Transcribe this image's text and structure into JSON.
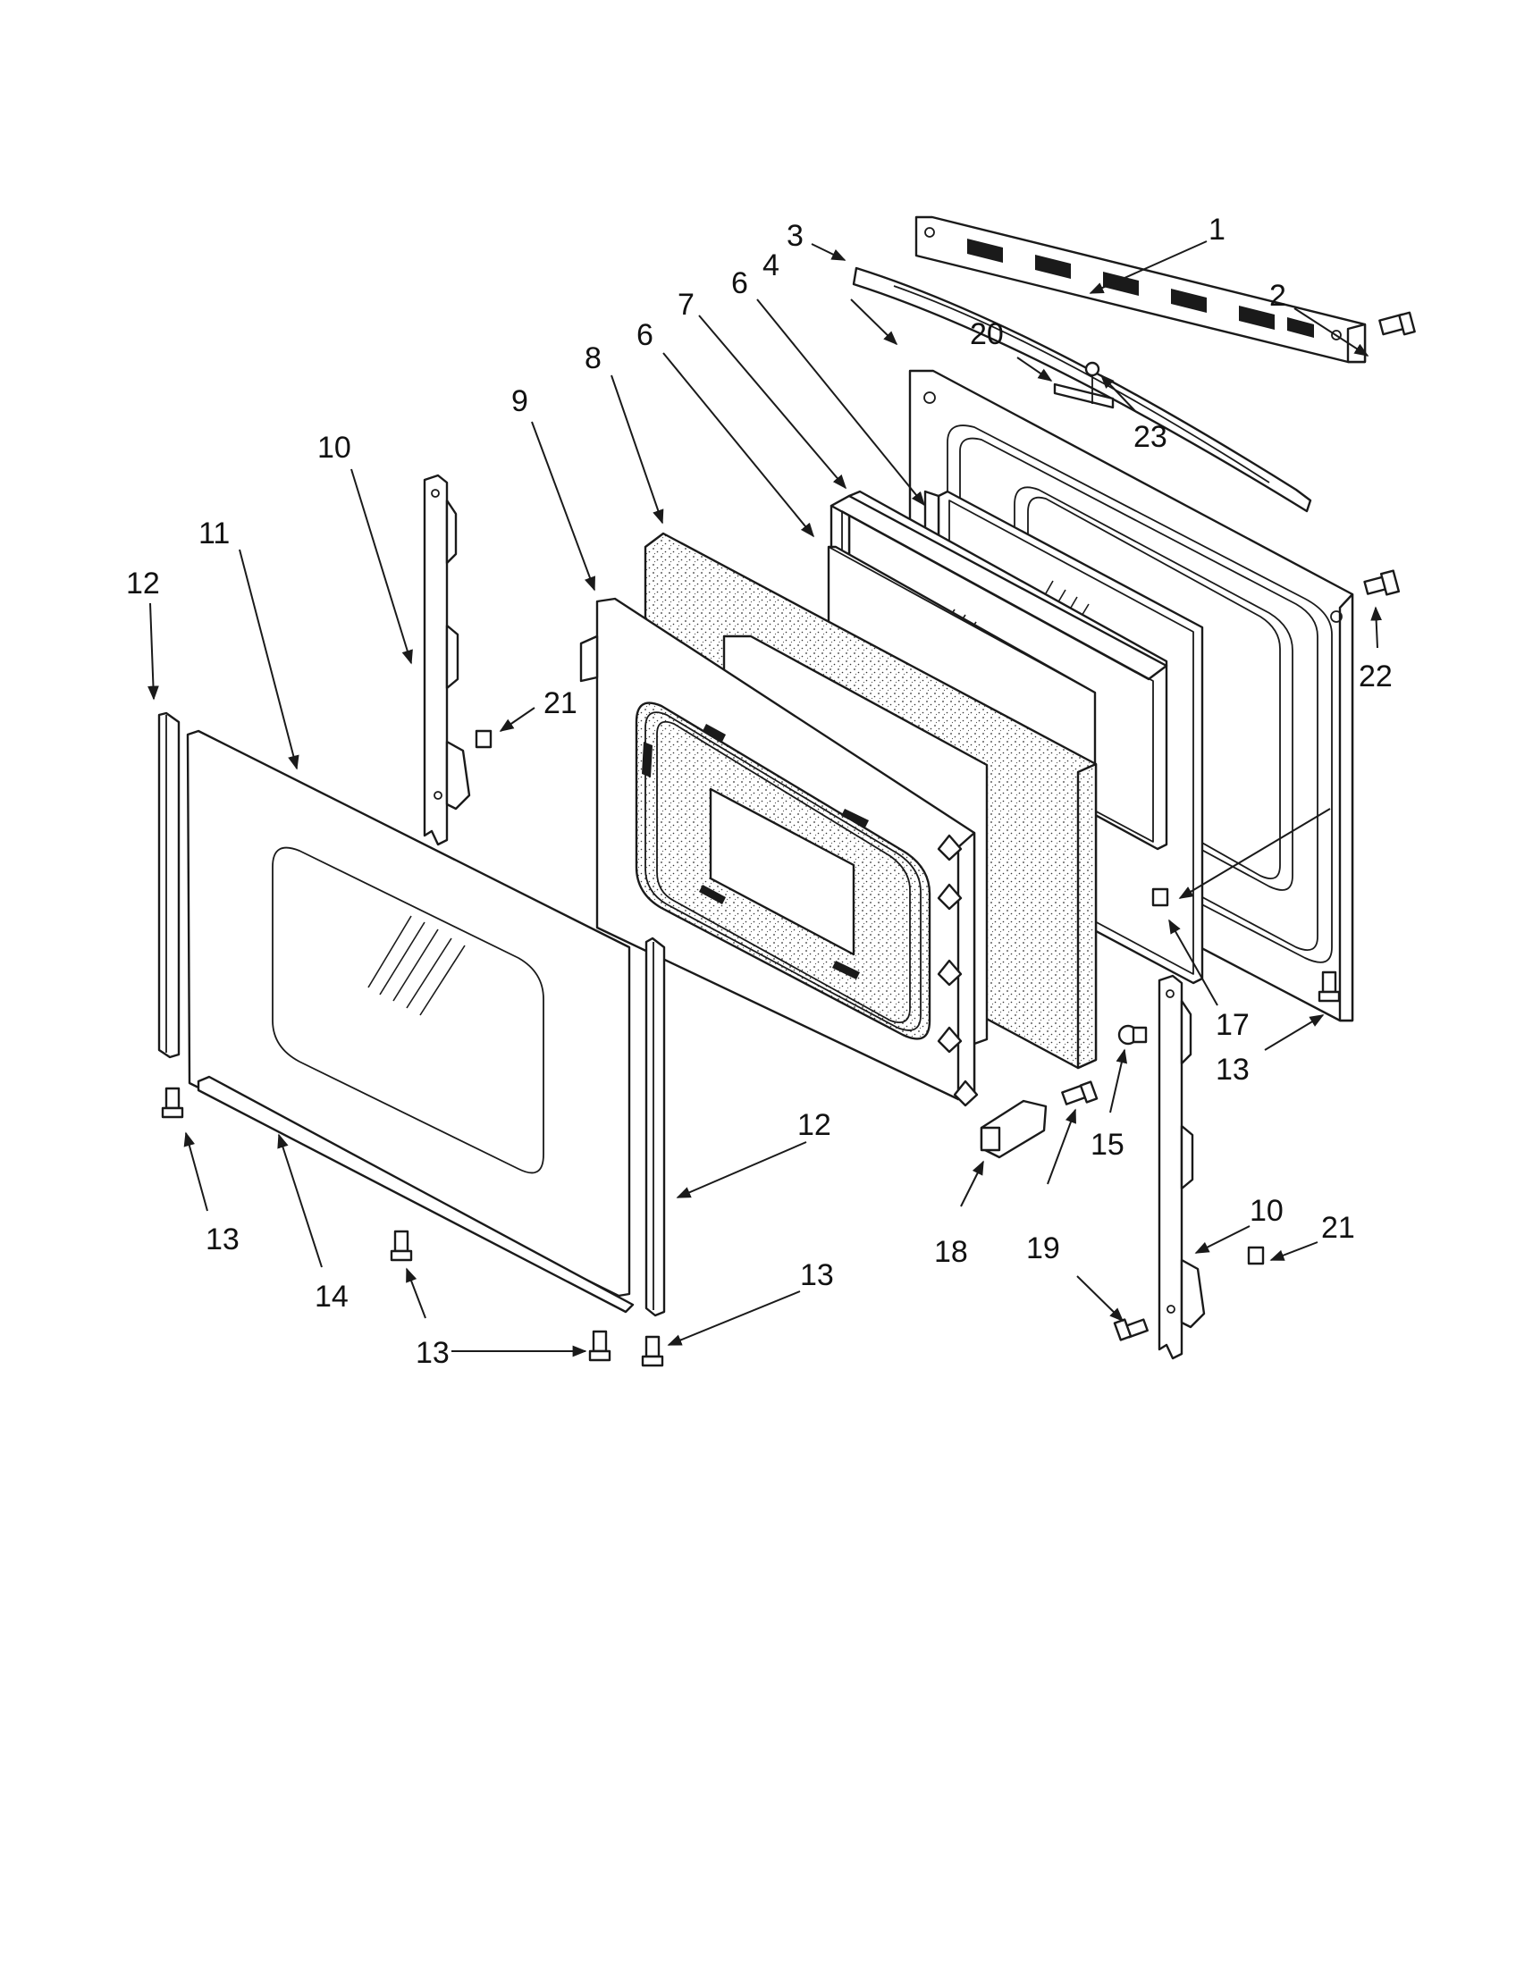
{
  "callouts": {
    "c1": "1",
    "c2": "2",
    "c3": "3",
    "c4": "4",
    "c6a": "6",
    "c6b": "6",
    "c7": "7",
    "c8": "8",
    "c9": "9",
    "c10a": "10",
    "c10b": "10",
    "c11": "11",
    "c12a": "12",
    "c12b": "12",
    "c13a": "13",
    "c13b": "13",
    "c13c": "13",
    "c13d": "13",
    "c14": "14",
    "c15": "15",
    "c17": "17",
    "c18": "18",
    "c19": "19",
    "c20": "20",
    "c21a": "21",
    "c21b": "21",
    "c22": "22",
    "c23": "23"
  },
  "colors": {
    "line": "#1a1a1a",
    "background": "#ffffff"
  }
}
